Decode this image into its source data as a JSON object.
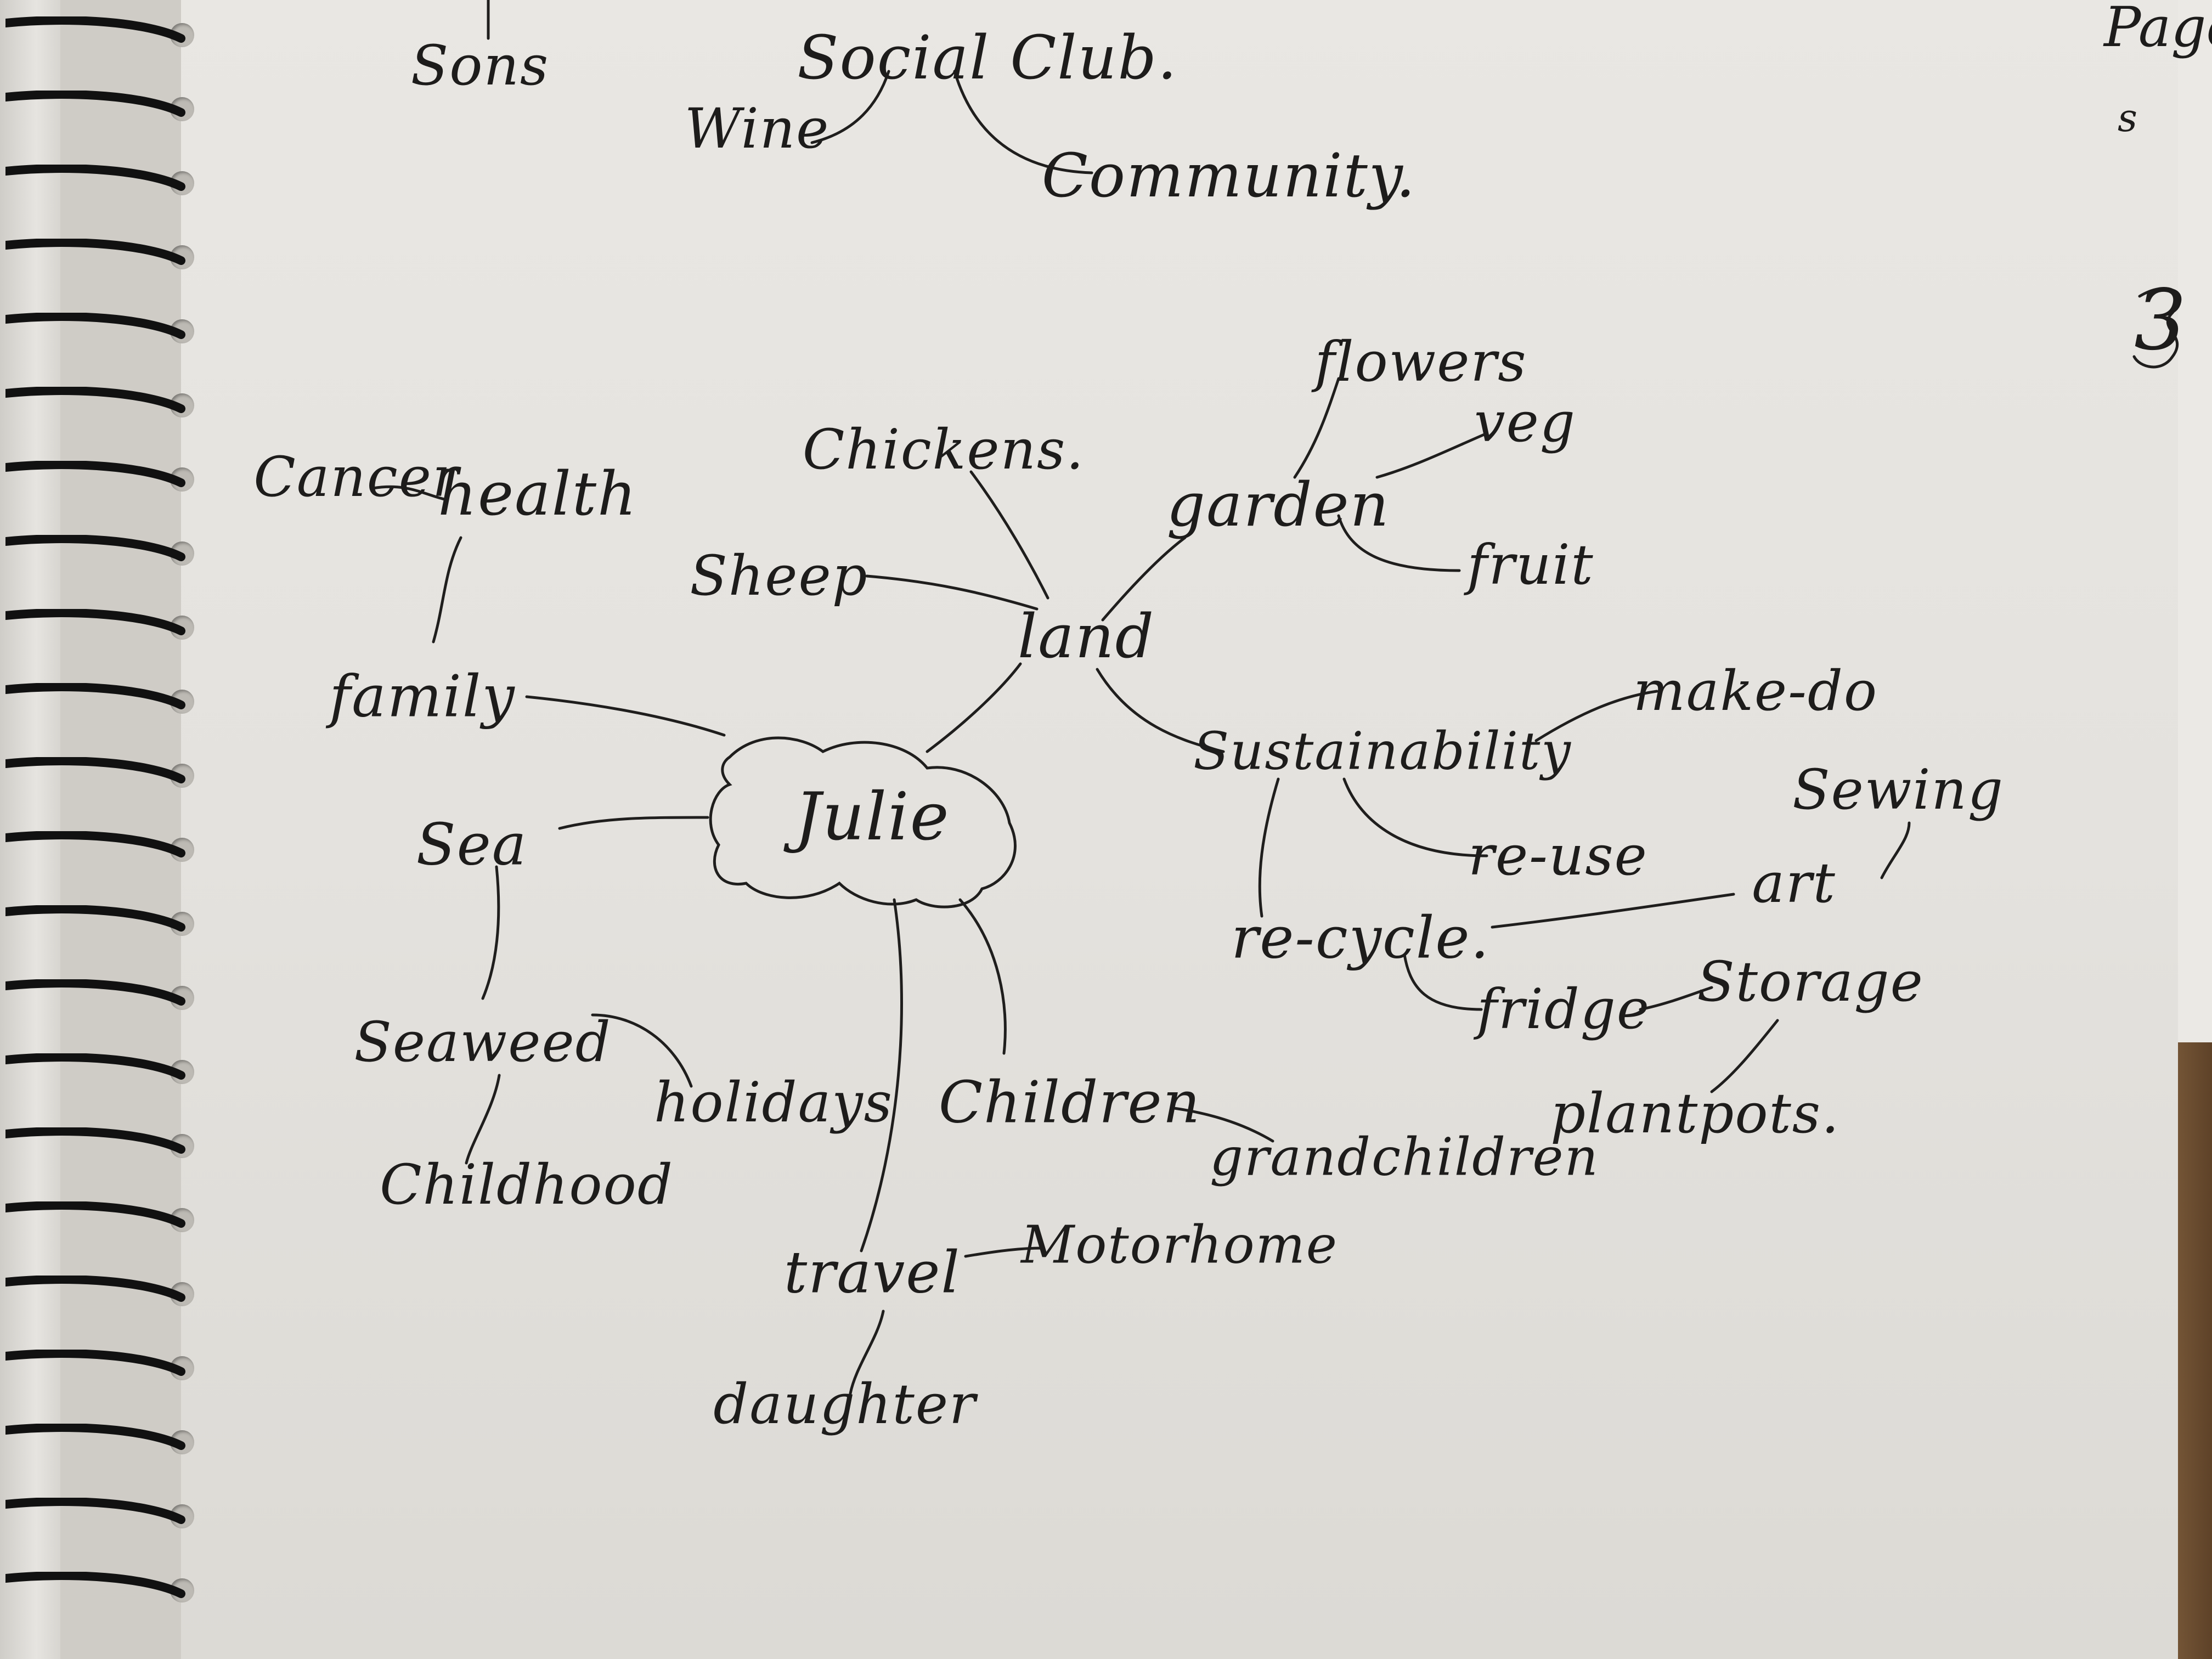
{
  "mind_map": {
    "center": "Julie",
    "top_words": {
      "sons": "Sons",
      "social_club": "Social Club.",
      "wine": "Wine",
      "community": "Community."
    },
    "nodes": {
      "cancer": "Cancer",
      "health": "health",
      "family": "family",
      "sea": "Sea",
      "seaweed": "Seaweed",
      "childhood": "Childhood",
      "holidays": "holidays",
      "chickens": "Chickens.",
      "sheep": "Sheep",
      "land": "land",
      "garden": "garden",
      "flowers": "flowers",
      "veg": "veg",
      "fruit": "fruit",
      "sustainability": "Sustainability",
      "make_do": "make-do",
      "re_use": "re-use",
      "re_cycle": "re-cycle.",
      "art": "art",
      "sewing": "Sewing",
      "fridge": "fridge",
      "storage": "Storage",
      "plantpots": "plantpots.",
      "children": "Children",
      "grandchildren": "grandchildren",
      "travel": "travel",
      "motorhome": "Motorhome",
      "daughter": "daughter"
    },
    "edge_marks": {
      "page_top_right": "Page",
      "page_right_s": "s",
      "page_number": "3"
    }
  }
}
